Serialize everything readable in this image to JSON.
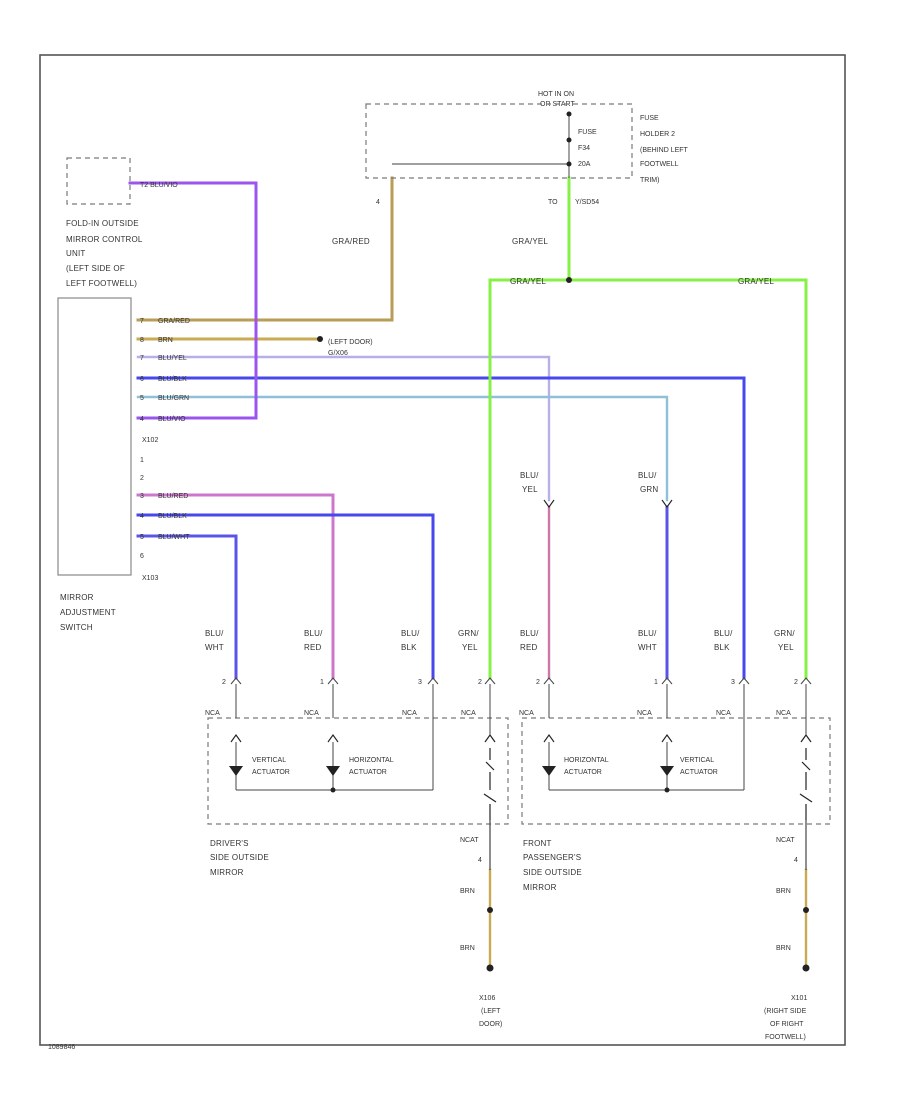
{
  "colors": {
    "gra_red": "#b99c55",
    "brn": "#c9aa55",
    "blu_yel": "#9e93f5",
    "blu_blk": "#4747ee",
    "blu_grn": "#8fc0d8",
    "blu_vio": "#9b55ee",
    "blu_red": "#cc77cc",
    "blu_wht": "#5a55e6",
    "gra_yel": "#86f046",
    "blk": "#222222",
    "border": "#555555"
  },
  "hot_label_1": "HOT IN ON",
  "hot_label_2": "OR START",
  "fuse": {
    "l1": "FUSE",
    "l2": "F34",
    "l3": "20A"
  },
  "fuse_holder": [
    "FUSE",
    "HOLDER 2",
    "(BEHIND LEFT",
    "FOOTWELL",
    "TRIM)"
  ],
  "fuse_to": "TO",
  "fuse_to_conn": "Y/SD54",
  "wire_graved": "GRA/RED",
  "wire_gravel": "GRA/YEL",
  "pin_4": "4",
  "fold_unit": [
    "FOLD-IN OUTSIDE",
    "MIRROR CONTROL",
    "UNIT",
    "(LEFT SIDE OF",
    "LEFT FOOTWELL)"
  ],
  "fold_wire": "T2 BLU/VIO",
  "switch_name": [
    "MIRROR",
    "ADJUSTMENT",
    "SWITCH"
  ],
  "top_pins": [
    {
      "pin": "7",
      "wire": "GRA/RED"
    },
    {
      "pin": "8",
      "wire": "BRN"
    },
    {
      "pin": "7",
      "wire": "BLU/YEL"
    },
    {
      "pin": "6",
      "wire": "BLU/BLK"
    },
    {
      "pin": "5",
      "wire": "BLU/GRN"
    },
    {
      "pin": "4",
      "wire": "BLU/VIO"
    }
  ],
  "conn_top": "X102",
  "ground_left_door": "(LEFT DOOR)",
  "ground_left_door_code": "G/X06",
  "bottom_pins": [
    {
      "pin": "1",
      "wire": ""
    },
    {
      "pin": "2",
      "wire": ""
    },
    {
      "pin": "3",
      "wire": "BLU/RED"
    },
    {
      "pin": "4",
      "wire": "BLU/BLK"
    },
    {
      "pin": "5",
      "wire": "BLU/WHT"
    },
    {
      "pin": "6",
      "wire": ""
    }
  ],
  "conn_bottom": "X103",
  "mid_labels": [
    {
      "l1": "BLU/",
      "l2": "YEL"
    },
    {
      "l1": "BLU/",
      "l2": "GRN"
    }
  ],
  "col_labels": [
    {
      "l1": "BLU/",
      "l2": "WHT",
      "pin": "2"
    },
    {
      "l1": "BLU/",
      "l2": "RED",
      "pin": "1"
    },
    {
      "l1": "BLU/",
      "l2": "BLK",
      "pin": "3"
    },
    {
      "l1": "GRN/",
      "l2": "YEL",
      "pin": "2"
    },
    {
      "l1": "BLU/",
      "l2": "RED",
      "pin": "2"
    },
    {
      "l1": "BLU/",
      "l2": "WHT",
      "pin": "1"
    },
    {
      "l1": "BLU/",
      "l2": "BLK",
      "pin": "3"
    },
    {
      "l1": "GRN/",
      "l2": "YEL",
      "pin": "2"
    }
  ],
  "nca": "NCA",
  "left_mirror": {
    "vert": [
      "VERTICAL",
      "ACTUATOR"
    ],
    "horiz": [
      "HORIZONTAL",
      "ACTUATOR"
    ],
    "name": [
      "DRIVER'S",
      "SIDE OUTSIDE",
      "MIRROR"
    ]
  },
  "right_mirror": {
    "horiz": [
      "HORIZONTAL",
      "ACTUATOR"
    ],
    "vert": [
      "VERTICAL",
      "ACTUATOR"
    ],
    "name": [
      "FRONT",
      "PASSENGER'S",
      "SIDE OUTSIDE",
      "MIRROR"
    ]
  },
  "gnd_conn": "NCAT",
  "gnd_pin": "4",
  "brn": "BRN",
  "ground_left": [
    "X106",
    "(LEFT",
    "DOOR)"
  ],
  "ground_right": [
    "X101",
    "(RIGHT SIDE",
    "OF RIGHT",
    "FOOTWELL)"
  ],
  "diagram_id": "1089846"
}
